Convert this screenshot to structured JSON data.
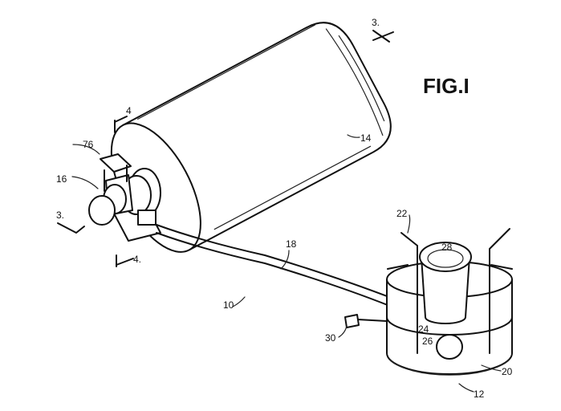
{
  "figure": {
    "title": "FIG.I",
    "labels": {
      "section_3_top": "3.",
      "section_3_left": "3.",
      "section_4_top": "4",
      "section_4_bottom": "4.",
      "tank": "14",
      "valve_cover": "76",
      "valve_assembly": "16",
      "hose": "18",
      "assembly": "10",
      "pot_support": "22",
      "burner_head": "28",
      "burner_ports": "24",
      "burner_body": "26",
      "hose_fitting": "30",
      "base_ring": "20",
      "stove": "12"
    }
  }
}
